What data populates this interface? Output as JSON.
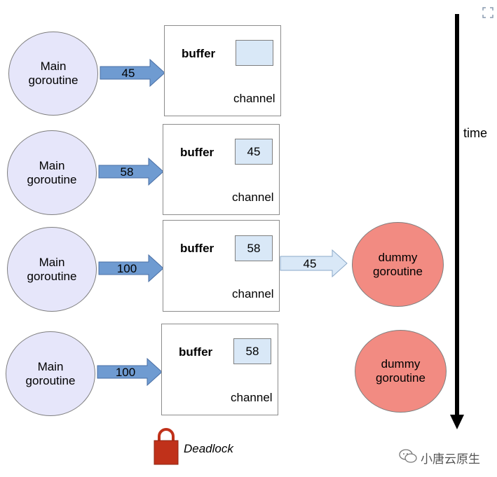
{
  "rows": [
    {
      "main_label": "Main\ngoroutine",
      "arrow_value": "45",
      "buffer_label": "buffer",
      "buffer_value": "",
      "channel_label": "channel"
    },
    {
      "main_label": "Main\ngoroutine",
      "arrow_value": "58",
      "buffer_label": "buffer",
      "buffer_value": "45",
      "channel_label": "channel"
    },
    {
      "main_label": "Main\ngoroutine",
      "arrow_value": "100",
      "buffer_label": "buffer",
      "buffer_value": "58",
      "channel_label": "channel",
      "out_value": "45",
      "dummy_label": "dummy\ngoroutine"
    },
    {
      "main_label": "Main\ngoroutine",
      "arrow_value": "100",
      "buffer_label": "buffer",
      "buffer_value": "58",
      "channel_label": "channel",
      "dummy_label": "dummy\ngoroutine"
    }
  ],
  "time_label": "time",
  "deadlock_label": "Deadlock",
  "watermark_text": "小唐云原生",
  "colors": {
    "main_fill": "#e6e6fa",
    "dummy_fill": "#f28b82",
    "arrow_fill": "#6f9bd1",
    "out_arrow_fill": "#d9e8f7",
    "slot_fill": "#d9e8f7",
    "lock_fill": "#c0311a"
  },
  "icons": {
    "lock": "lock-icon",
    "watermark": "wechat-icon"
  }
}
